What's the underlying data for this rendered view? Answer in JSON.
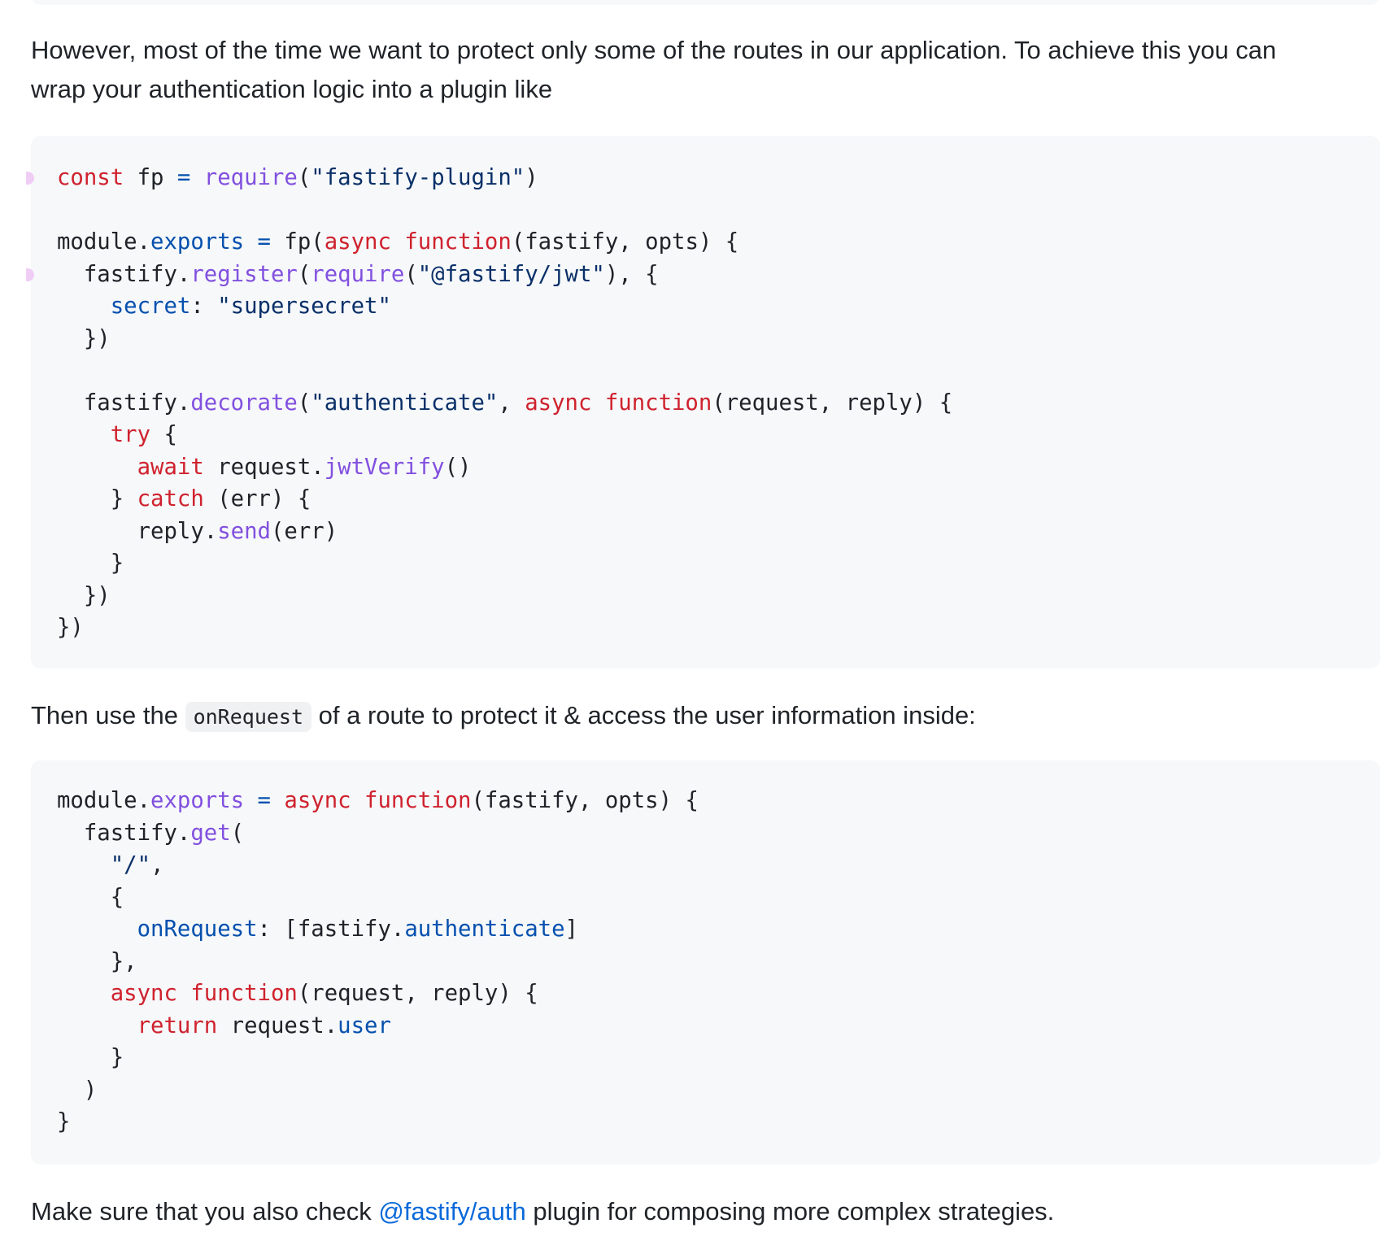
{
  "paragraphs": {
    "intro_line1": "However, most of the time we want to protect only some of the routes in our application. To achieve this you can",
    "intro_line2": "wrap your authentication logic into a plugin like",
    "then_before": "Then use the ",
    "then_code": "onRequest",
    "then_after": " of a route to protect it & access the user information inside:",
    "final_before": "Make sure that you also check ",
    "final_link": "@fastify/auth",
    "final_after": " plugin for composing more complex strategies."
  },
  "code_block_1": {
    "lines": [
      [
        {
          "t": "const",
          "c": "kw"
        },
        {
          "t": " fp "
        },
        {
          "t": "=",
          "c": "op"
        },
        {
          "t": " "
        },
        {
          "t": "require",
          "c": "fn"
        },
        {
          "t": "("
        },
        {
          "t": "\"fastify-plugin\"",
          "c": "str"
        },
        {
          "t": ")"
        }
      ],
      [],
      [
        {
          "t": "module."
        },
        {
          "t": "exports",
          "c": "prop"
        },
        {
          "t": " "
        },
        {
          "t": "=",
          "c": "op"
        },
        {
          "t": " fp("
        },
        {
          "t": "async",
          "c": "kw"
        },
        {
          "t": " "
        },
        {
          "t": "function",
          "c": "kw"
        },
        {
          "t": "(fastify, opts) {"
        }
      ],
      [
        {
          "t": "  fastify."
        },
        {
          "t": "register",
          "c": "fn"
        },
        {
          "t": "("
        },
        {
          "t": "require",
          "c": "fn"
        },
        {
          "t": "("
        },
        {
          "t": "\"@fastify/jwt\"",
          "c": "str"
        },
        {
          "t": "), {"
        }
      ],
      [
        {
          "t": "    "
        },
        {
          "t": "secret",
          "c": "prop"
        },
        {
          "t": ": "
        },
        {
          "t": "\"supersecret\"",
          "c": "str"
        }
      ],
      [
        {
          "t": "  })"
        }
      ],
      [],
      [
        {
          "t": "  fastify."
        },
        {
          "t": "decorate",
          "c": "fn"
        },
        {
          "t": "("
        },
        {
          "t": "\"authenticate\"",
          "c": "str"
        },
        {
          "t": ", "
        },
        {
          "t": "async",
          "c": "kw"
        },
        {
          "t": " "
        },
        {
          "t": "function",
          "c": "kw"
        },
        {
          "t": "(request, reply) {"
        }
      ],
      [
        {
          "t": "    "
        },
        {
          "t": "try",
          "c": "kw"
        },
        {
          "t": " {"
        }
      ],
      [
        {
          "t": "      "
        },
        {
          "t": "await",
          "c": "kw"
        },
        {
          "t": " request."
        },
        {
          "t": "jwtVerify",
          "c": "fn"
        },
        {
          "t": "()"
        }
      ],
      [
        {
          "t": "    } "
        },
        {
          "t": "catch",
          "c": "kw"
        },
        {
          "t": " (err) {"
        }
      ],
      [
        {
          "t": "      reply."
        },
        {
          "t": "send",
          "c": "fn"
        },
        {
          "t": "(err)"
        }
      ],
      [
        {
          "t": "    }"
        }
      ],
      [
        {
          "t": "  })"
        }
      ],
      [
        {
          "t": "})"
        }
      ]
    ],
    "marker_lines": [
      0,
      3
    ]
  },
  "code_block_2": {
    "lines": [
      [
        {
          "t": "module."
        },
        {
          "t": "exports",
          "c": "fn"
        },
        {
          "t": " "
        },
        {
          "t": "=",
          "c": "op"
        },
        {
          "t": " "
        },
        {
          "t": "async",
          "c": "kw"
        },
        {
          "t": " "
        },
        {
          "t": "function",
          "c": "kw"
        },
        {
          "t": "(fastify, opts) {"
        }
      ],
      [
        {
          "t": "  fastify."
        },
        {
          "t": "get",
          "c": "fn"
        },
        {
          "t": "("
        }
      ],
      [
        {
          "t": "    "
        },
        {
          "t": "\"/\"",
          "c": "str"
        },
        {
          "t": ","
        }
      ],
      [
        {
          "t": "    {"
        }
      ],
      [
        {
          "t": "      "
        },
        {
          "t": "onRequest",
          "c": "prop"
        },
        {
          "t": ": [fastify."
        },
        {
          "t": "authenticate",
          "c": "prop"
        },
        {
          "t": "]"
        }
      ],
      [
        {
          "t": "    },"
        }
      ],
      [
        {
          "t": "    "
        },
        {
          "t": "async",
          "c": "kw"
        },
        {
          "t": " "
        },
        {
          "t": "function",
          "c": "kw"
        },
        {
          "t": "(request, reply) {"
        }
      ],
      [
        {
          "t": "      "
        },
        {
          "t": "return",
          "c": "kw"
        },
        {
          "t": " request."
        },
        {
          "t": "user",
          "c": "prop"
        }
      ],
      [
        {
          "t": "    }"
        }
      ],
      [
        {
          "t": "  )"
        }
      ],
      [
        {
          "t": "}"
        }
      ]
    ],
    "marker_lines": []
  },
  "colors": {
    "text": "#1f2328",
    "keyword": "#cf222e",
    "function": "#8250df",
    "property": "#0550ae",
    "string": "#0a3069",
    "link": "#0969da",
    "code_bg": "#f6f8fa"
  }
}
